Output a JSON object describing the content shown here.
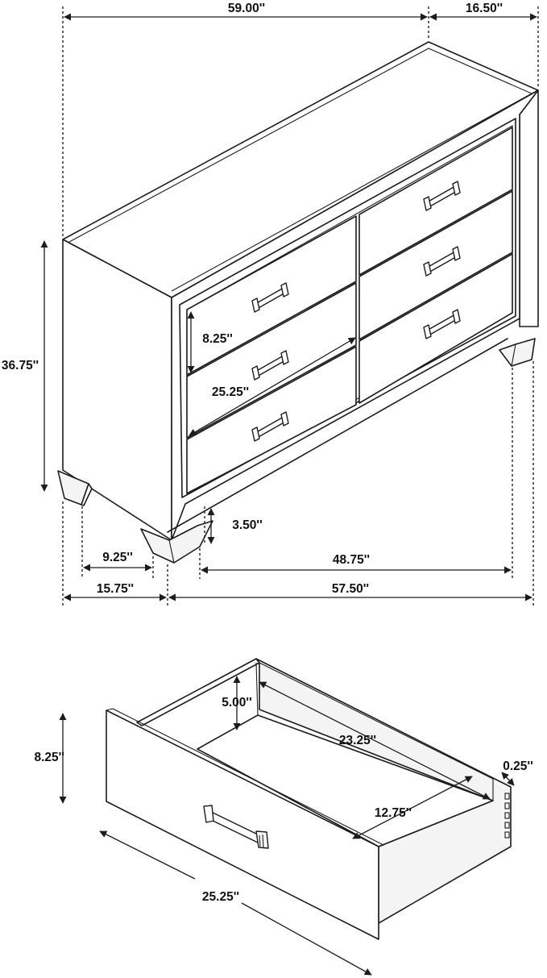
{
  "dresser": {
    "width": "59.00''",
    "depth": "16.50''",
    "height": "36.75''",
    "drawer_height": "8.25''",
    "drawer_width": "25.25''",
    "clearance": "3.50''",
    "leg_width": "9.25''",
    "leg_spacing": "48.75''",
    "side_length": "15.75''",
    "front_length": "57.50''"
  },
  "drawer": {
    "height": "8.25''",
    "inner_depth": "5.00''",
    "inner_length": "23.25''",
    "thickness": "0.25''",
    "inner_width": "12.75''",
    "front_width": "25.25''"
  }
}
